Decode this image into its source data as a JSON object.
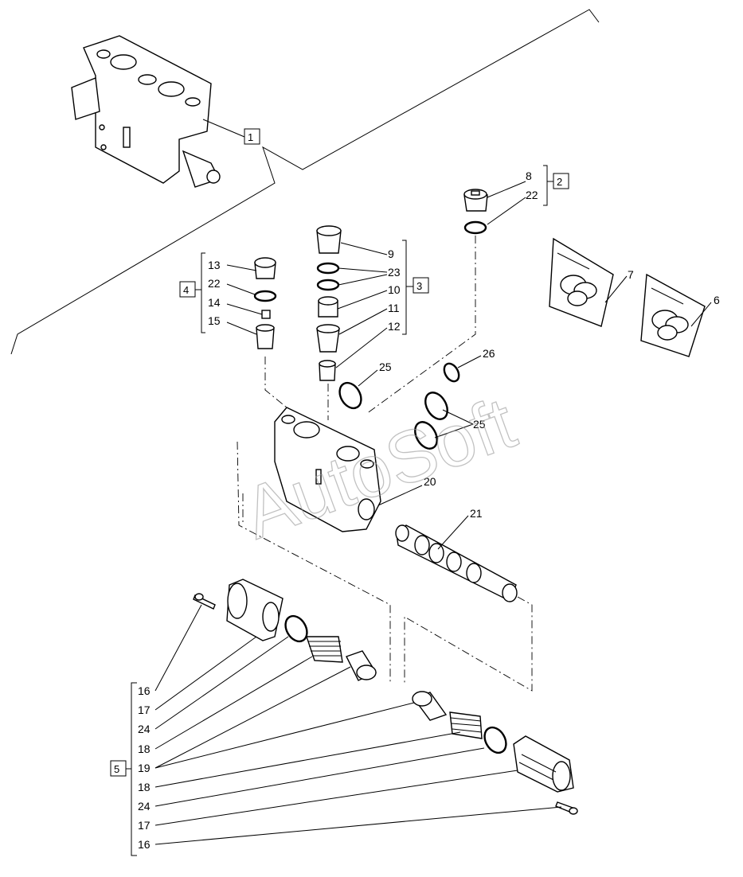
{
  "watermark": "AutoSoft",
  "boxes": {
    "b1": "1",
    "b2": "2",
    "b3": "3",
    "b4": "4",
    "b5": "5"
  },
  "callouts": {
    "c8": "8",
    "c22a": "22",
    "c9": "9",
    "c23": "23",
    "c10": "10",
    "c11": "11",
    "c12": "12",
    "c13": "13",
    "c22b": "22",
    "c14": "14",
    "c15": "15",
    "c7": "7",
    "c6": "6",
    "c25a": "25",
    "c26": "26",
    "c25b": "25",
    "c20": "20",
    "c21": "21"
  },
  "group5": [
    "16",
    "17",
    "24",
    "18",
    "19",
    "18",
    "24",
    "17",
    "16"
  ]
}
